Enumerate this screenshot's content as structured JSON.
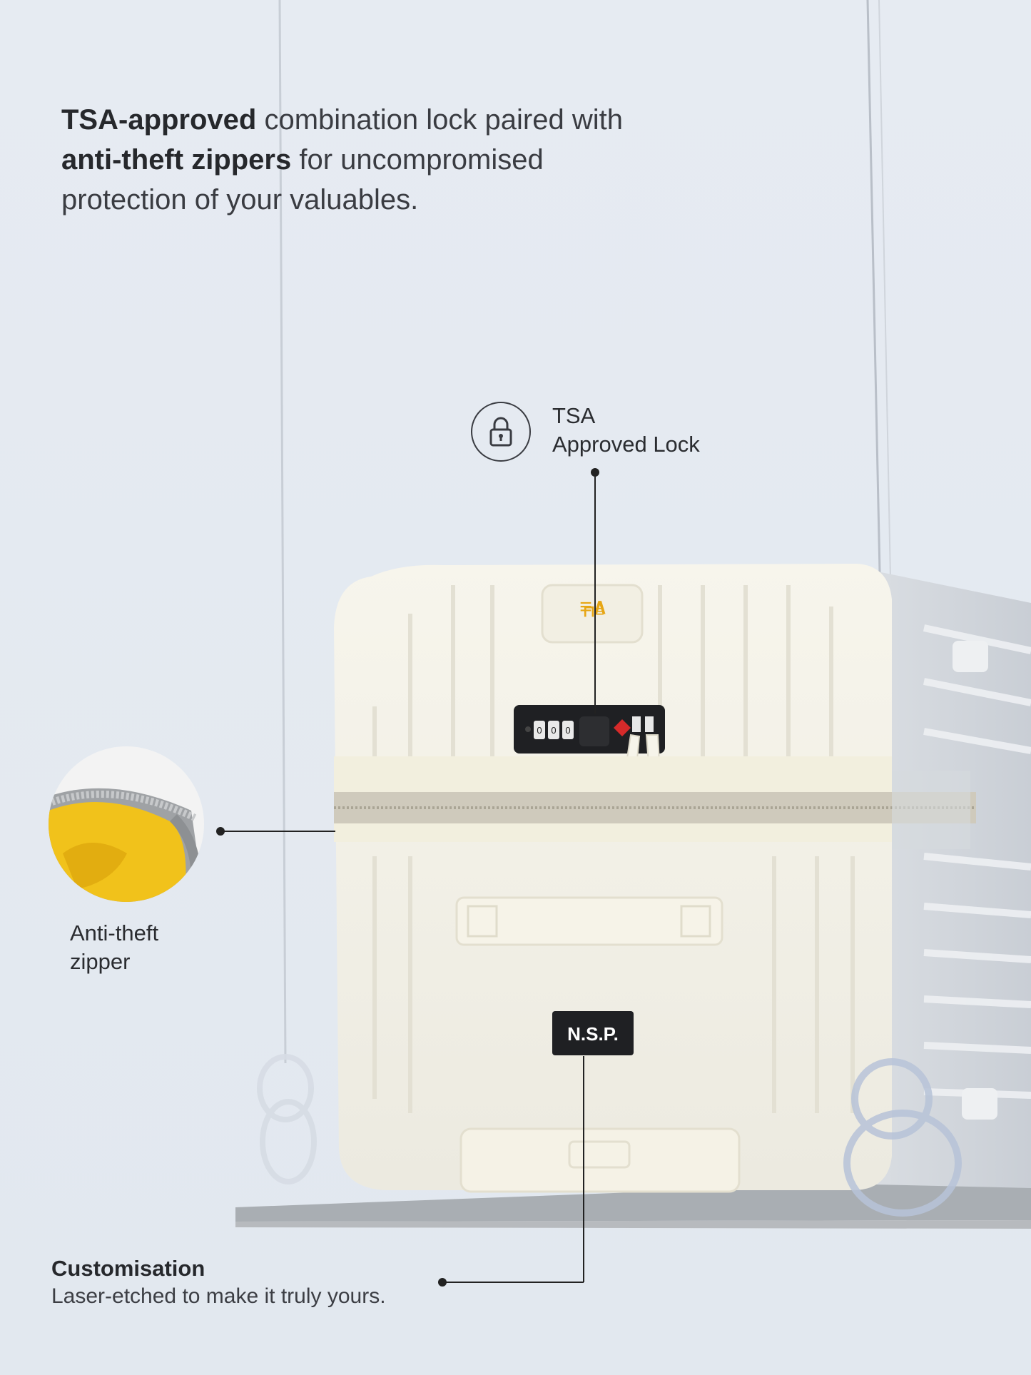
{
  "headline": {
    "bold1": "TSA-approved",
    "text1": " combination lock paired with",
    "bold2": "anti-theft zippers",
    "text2": " for uncompromised",
    "text3": "protection of your valuables."
  },
  "callouts": {
    "tsa": {
      "line1": "TSA",
      "line2": "Approved Lock",
      "icon": "lock-icon"
    },
    "zipper": {
      "line1": "Anti-theft",
      "line2": "zipper"
    },
    "customisation": {
      "title": "Customisation",
      "subtitle": "Laser-etched to make it truly yours."
    }
  },
  "product": {
    "monogram_tag": "N.S.P.",
    "lock_digits": [
      "0",
      "0",
      "0"
    ],
    "body_color": "#f4f1e4",
    "accent_color": "#e7a614"
  }
}
